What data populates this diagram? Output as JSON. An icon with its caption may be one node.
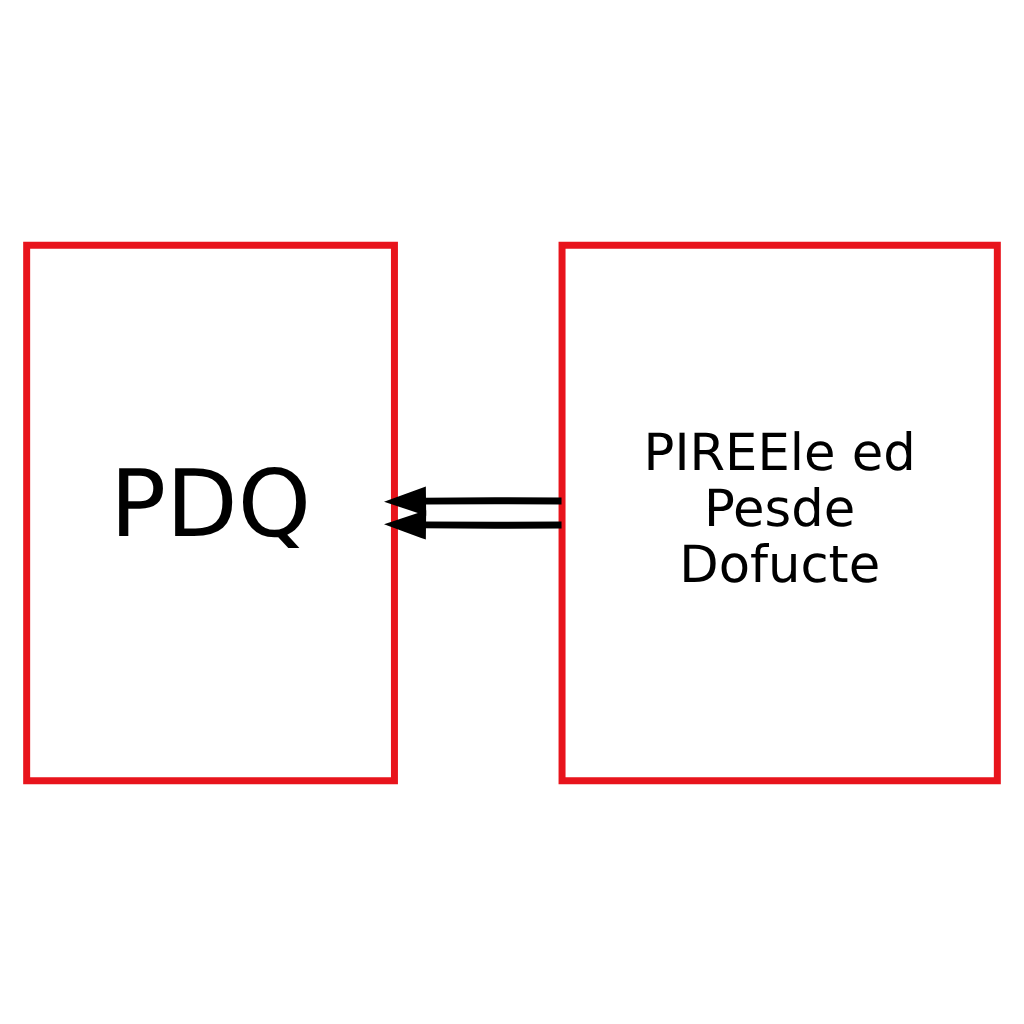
{
  "diagram": {
    "nodes": [
      {
        "text": [
          "PDQ"
        ]
      },
      {
        "text": [
          "PIREEle ed",
          "Pesde",
          "Dofucte"
        ]
      }
    ],
    "edges": [
      {
        "from": 1,
        "to": 0,
        "arrow": "to"
      },
      {
        "from": 1,
        "to": 0,
        "arrow": "to"
      }
    ]
  }
}
